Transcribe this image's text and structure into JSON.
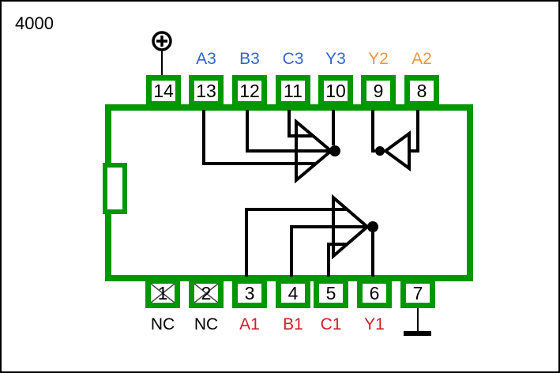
{
  "title": "4000",
  "colors": {
    "chip_outline": "#009700",
    "wire": "#000000",
    "gate3_label_color": "#3366CC",
    "gate2_label_color": "#E8993F",
    "gate1_label_color": "#CC2222",
    "nc_label_color": "#000000"
  },
  "chip": {
    "top_pins": [
      {
        "number": "14",
        "label": "",
        "label_color": "#000000"
      },
      {
        "number": "13",
        "label": "A3",
        "label_color": "#3366CC"
      },
      {
        "number": "12",
        "label": "B3",
        "label_color": "#3366CC"
      },
      {
        "number": "11",
        "label": "C3",
        "label_color": "#3366CC"
      },
      {
        "number": "10",
        "label": "Y3",
        "label_color": "#3366CC"
      },
      {
        "number": "9",
        "label": "Y2",
        "label_color": "#E8993F"
      },
      {
        "number": "8",
        "label": "A2",
        "label_color": "#E8993F"
      }
    ],
    "bottom_pins": [
      {
        "number": "1",
        "label": "NC",
        "label_color": "#000000"
      },
      {
        "number": "2",
        "label": "NC",
        "label_color": "#000000"
      },
      {
        "number": "3",
        "label": "A1",
        "label_color": "#CC2222"
      },
      {
        "number": "4",
        "label": "B1",
        "label_color": "#CC2222"
      },
      {
        "number": "5",
        "label": "C1",
        "label_color": "#CC2222"
      },
      {
        "number": "6",
        "label": "Y1",
        "label_color": "#CC2222"
      },
      {
        "number": "7",
        "label": "",
        "label_color": "#000000"
      }
    ]
  },
  "icons": {
    "power": "circle-plus-supply-icon",
    "ground": "ground-icon",
    "nc_cross": "x-cross-icon"
  },
  "gates": [
    {
      "name": "gate-1",
      "type": "nor",
      "inputs": [
        "3",
        "4",
        "5"
      ],
      "output": "6"
    },
    {
      "name": "gate-2",
      "type": "inverter",
      "inputs": [
        "8"
      ],
      "output": "9"
    },
    {
      "name": "gate-3",
      "type": "nor",
      "inputs": [
        "13",
        "12",
        "11"
      ],
      "output": "10"
    },
    {
      "name": "supply-pin",
      "pin": "14"
    },
    {
      "name": "ground-pin",
      "pin": "7"
    }
  ]
}
